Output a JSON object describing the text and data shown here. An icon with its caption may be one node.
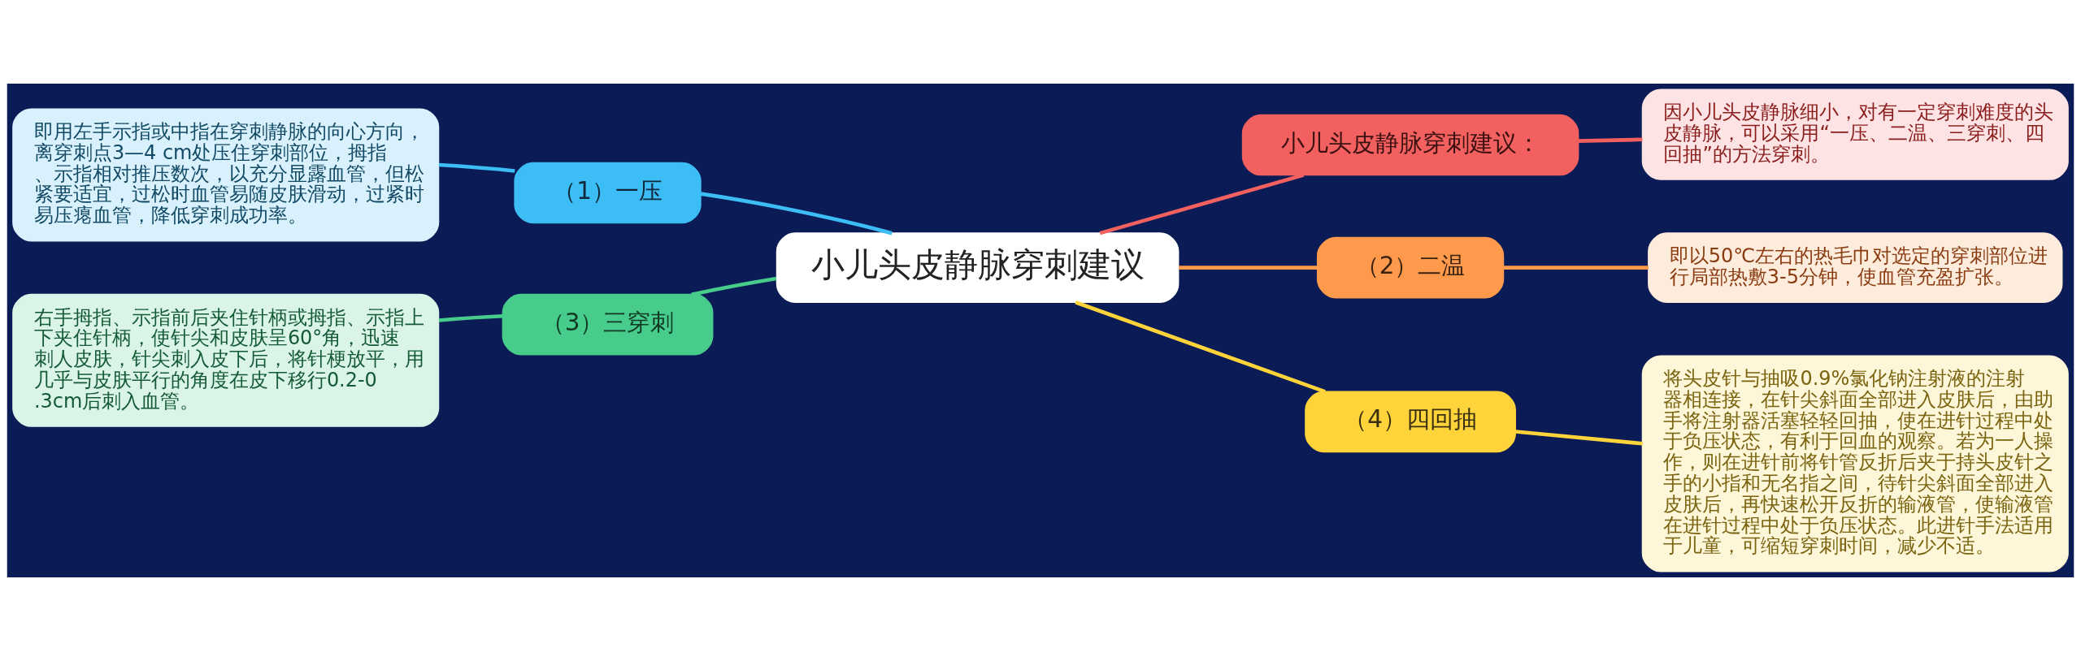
{
  "diagram": {
    "nodes": [
      {
        "text": [
          "小儿头皮静脉穿刺建议"
        ]
      },
      {
        "text": [
          "小儿头皮静脉穿刺建议："
        ]
      },
      {
        "text": [
          "因小儿头皮静脉细小，对有一定穿刺难度的头皮静脉，可以采用“一压、二温、三穿刺、四回抽”的方法穿刺。"
        ]
      },
      {
        "text": [
          "（2）二温"
        ]
      },
      {
        "text": [
          "即以50℃左右的热毛巾对选定的穿刺部位进行局部热敷3-5分钟，使血管充盈扩张。"
        ]
      },
      {
        "text": [
          "（4）四回抽"
        ]
      },
      {
        "text": [
          "将头皮针与抽吸0.9%氯化钠注射液的注射器相连接，在针尖斜面全部进入皮肤后，由助手将注射器活塞轻轻回抽，使在进针过程中处于负压状态，有利于回血的观察。若为一人操作，则在进针前将针管反折后夹于持头皮针之手的小指和无名指之间，待针尖斜面全部进入皮肤后，再快速松开反折的输液管，使输液管在进针过程中处于负压状态。此进针手法适用于儿童，可缩短穿刺时间，减少不适。"
        ]
      },
      {
        "text": [
          "（1）一压"
        ]
      },
      {
        "text": [
          "即用左手示指或中指在穿刺静脉的向心方向，离穿刺点3—4 cm处压住穿刺部位，拇指、示指相对推压数次，以充分显露血管，但松紧要适宜，过松时血管易随皮肤滑动，过紧时易压瘪血管，降低穿刺成功率。"
        ]
      },
      {
        "text": [
          "（3）三穿刺"
        ]
      },
      {
        "text": [
          "右手拇指、示指前后夹住针柄或拇指、示指上下夹住针柄，使针尖和皮肤呈60°角，迅速刺人皮肤，针尖刺入皮下后，将针梗放平，用几乎与皮肤平行的角度在皮下移行0.2-0.3cm后刺入血管。"
        ]
      }
    ],
    "edges": [
      {
        "from": 0,
        "to": 1,
        "arrow": "none",
        "color": "#f2615f"
      },
      {
        "from": 1,
        "to": 2,
        "arrow": "none",
        "color": "#f2615f"
      },
      {
        "from": 0,
        "to": 3,
        "arrow": "none",
        "color": "#ff9a4d"
      },
      {
        "from": 3,
        "to": 4,
        "arrow": "none",
        "color": "#ff9a4d"
      },
      {
        "from": 0,
        "to": 5,
        "arrow": "none",
        "color": "#ffd43b"
      },
      {
        "from": 5,
        "to": 6,
        "arrow": "none",
        "color": "#ffd43b"
      },
      {
        "from": 0,
        "to": 7,
        "arrow": "none",
        "color": "#3dbdf5"
      },
      {
        "from": 7,
        "to": 8,
        "arrow": "none",
        "color": "#3dbdf5"
      },
      {
        "from": 0,
        "to": 9,
        "arrow": "none",
        "color": "#47cc8b"
      },
      {
        "from": 9,
        "to": 10,
        "arrow": "none",
        "color": "#47cc8b"
      }
    ]
  }
}
